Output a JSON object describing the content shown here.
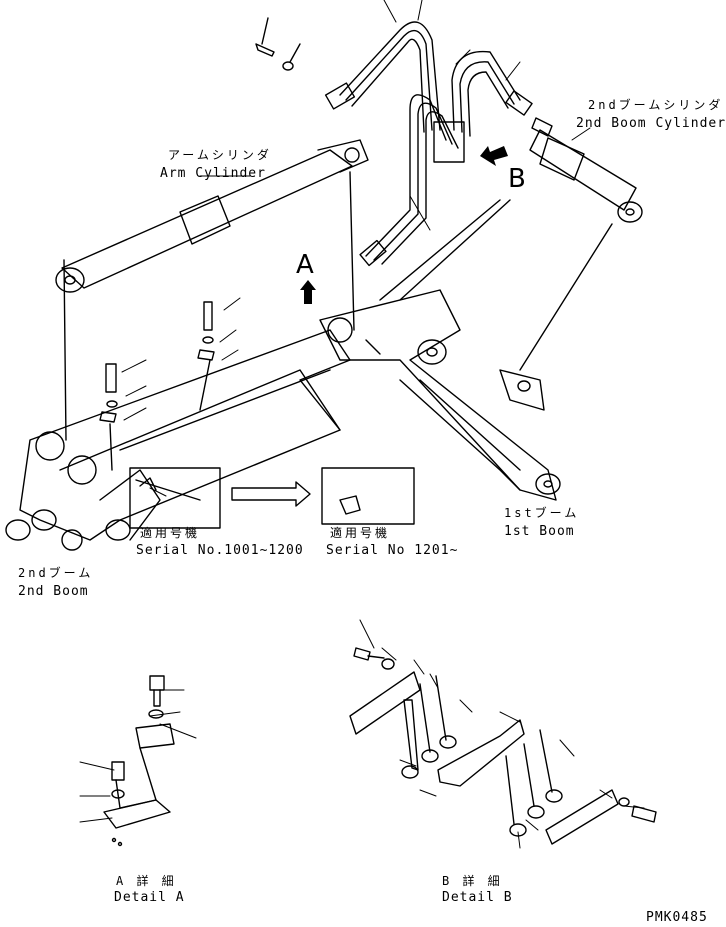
{
  "labels": {
    "arm_cylinder_jp": "アームシリンダ",
    "arm_cylinder_en": "Arm Cylinder",
    "boom2_cyl_jp": "2ndブームシリンダ",
    "boom2_cyl_en": "2nd Boom Cylinder",
    "boom1_jp": "1stブーム",
    "boom1_en": "1st Boom",
    "boom2_jp": "2ndブーム",
    "boom2_en": "2nd Boom",
    "serial_old_jp": "適用号機",
    "serial_old_en": "Serial No.1001~1200",
    "serial_new_jp": "適用号機",
    "serial_new_en": "Serial No 1201~",
    "detail_a_jp": "A 詳 細",
    "detail_a_en": "Detail A",
    "detail_b_jp": "B 詳 細",
    "detail_b_en": "Detail B",
    "view_a": "A",
    "view_b": "B",
    "drawing_code": "PMK0485"
  }
}
